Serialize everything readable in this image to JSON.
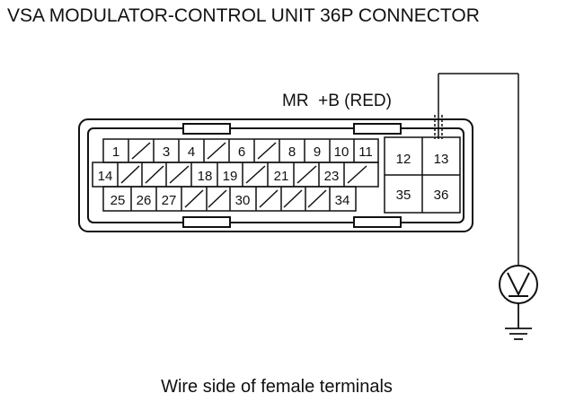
{
  "title": "VSA MODULATOR-CONTROL UNIT 36P CONNECTOR",
  "wire_label": "MR  +B (RED)",
  "caption": "Wire side of female terminals",
  "terminals": {
    "t1": "1",
    "t3": "3",
    "t4": "4",
    "t6": "6",
    "t8": "8",
    "t9": "9",
    "t10": "10",
    "t11": "11",
    "t12": "12",
    "t13": "13",
    "t14": "14",
    "t18": "18",
    "t19": "19",
    "t21": "21",
    "t23": "23",
    "t25": "25",
    "t26": "26",
    "t27": "27",
    "t30": "30",
    "t34": "34",
    "t35": "35",
    "t36": "36"
  },
  "meter_icon": "voltmeter-icon",
  "ground_icon": "ground-icon"
}
